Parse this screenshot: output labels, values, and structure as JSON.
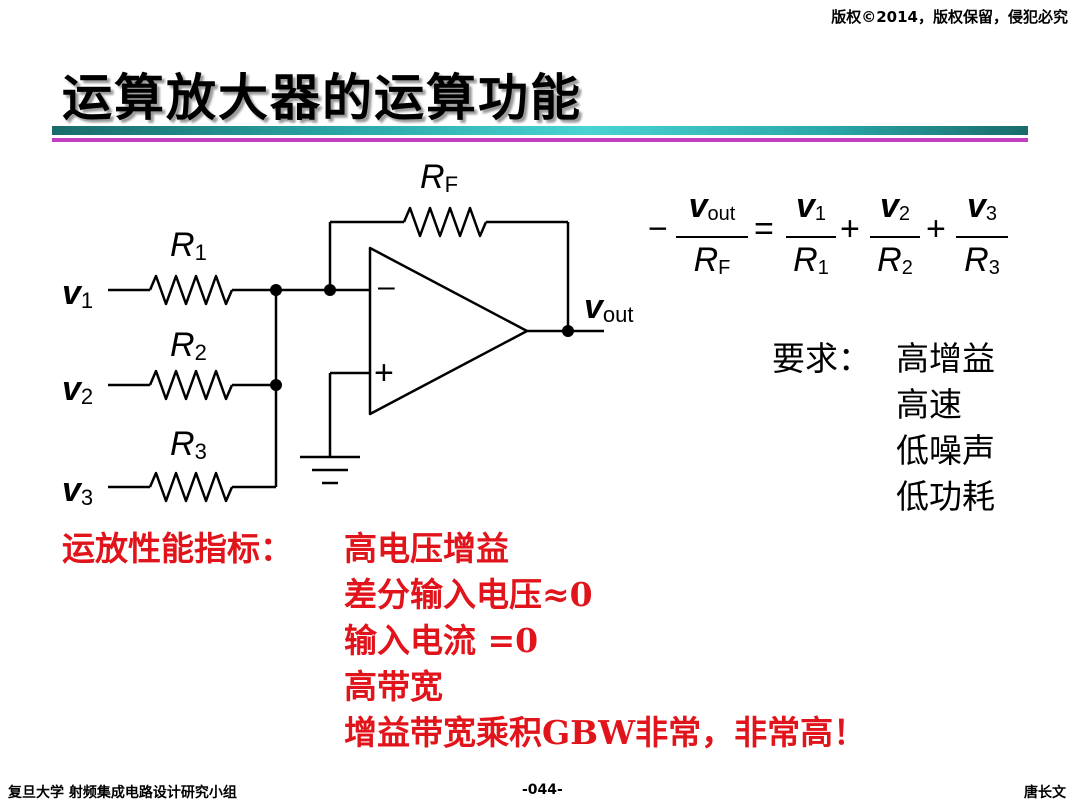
{
  "header": {
    "copyright": "版权©2014，版权保留，侵犯必究",
    "title": "运算放大器的运算功能"
  },
  "circuit": {
    "labels": {
      "rf": "R",
      "rf_sub": "F",
      "r1": "R",
      "r1_sub": "1",
      "r2": "R",
      "r2_sub": "2",
      "r3": "R",
      "r3_sub": "3",
      "v1": "v",
      "v1_sub": "1",
      "v2": "v",
      "v2_sub": "2",
      "v3": "v",
      "v3_sub": "3",
      "vout": "v",
      "vout_sub": "out",
      "minus": "–",
      "plus": "+"
    }
  },
  "formula": {
    "minus": "−",
    "equals": "=",
    "plus": "+",
    "lhs_num": "v",
    "lhs_num_sub": "out",
    "lhs_den": "R",
    "lhs_den_sub": "F",
    "t1_num": "v",
    "t1_num_sub": "1",
    "t1_den": "R",
    "t1_den_sub": "1",
    "t2_num": "v",
    "t2_num_sub": "2",
    "t2_den": "R",
    "t2_den_sub": "2",
    "t3_num": "v",
    "t3_num_sub": "3",
    "t3_den": "R",
    "t3_den_sub": "3"
  },
  "requirements": {
    "label": "要求：",
    "items": [
      "高增益",
      "高速",
      "低噪声",
      "低功耗"
    ]
  },
  "specs": {
    "label": "运放性能指标：",
    "items": [
      "高电压增益",
      "差分输入电压≈0",
      "输入电流 =0",
      "高带宽",
      "增益带宽乘积GBW非常，非常高！"
    ]
  },
  "footer": {
    "left": "复旦大学   射频集成电路设计研究小组",
    "center": "-044-",
    "right": "唐长文"
  }
}
